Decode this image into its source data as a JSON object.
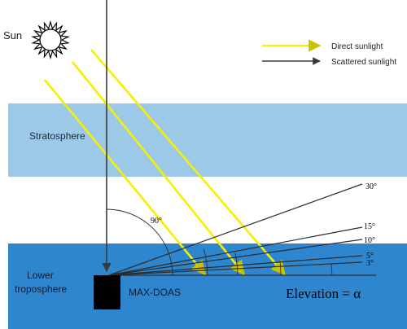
{
  "labels": {
    "sun": "Sun",
    "stratosphere": "Stratosphere",
    "lower_troposphere_line1": "Lower",
    "lower_troposphere_line2": "troposphere",
    "instrument": "MAX-DOAS",
    "elevation": "Elevation = α"
  },
  "legend": {
    "direct": "Direct sunlight",
    "scattered": "Scattered sunlight"
  },
  "angles": {
    "zenith": "90°",
    "a30": "30°",
    "a15": "15°",
    "a10": "10°",
    "a5": "5°",
    "a3": "3°"
  },
  "colors": {
    "stratosphere": "#9dc9e8",
    "troposphere": "#2e86cf",
    "direct_sunlight": "#f5f000",
    "scattered_sunlight": "#3a3a3a",
    "instrument": "#000000"
  }
}
